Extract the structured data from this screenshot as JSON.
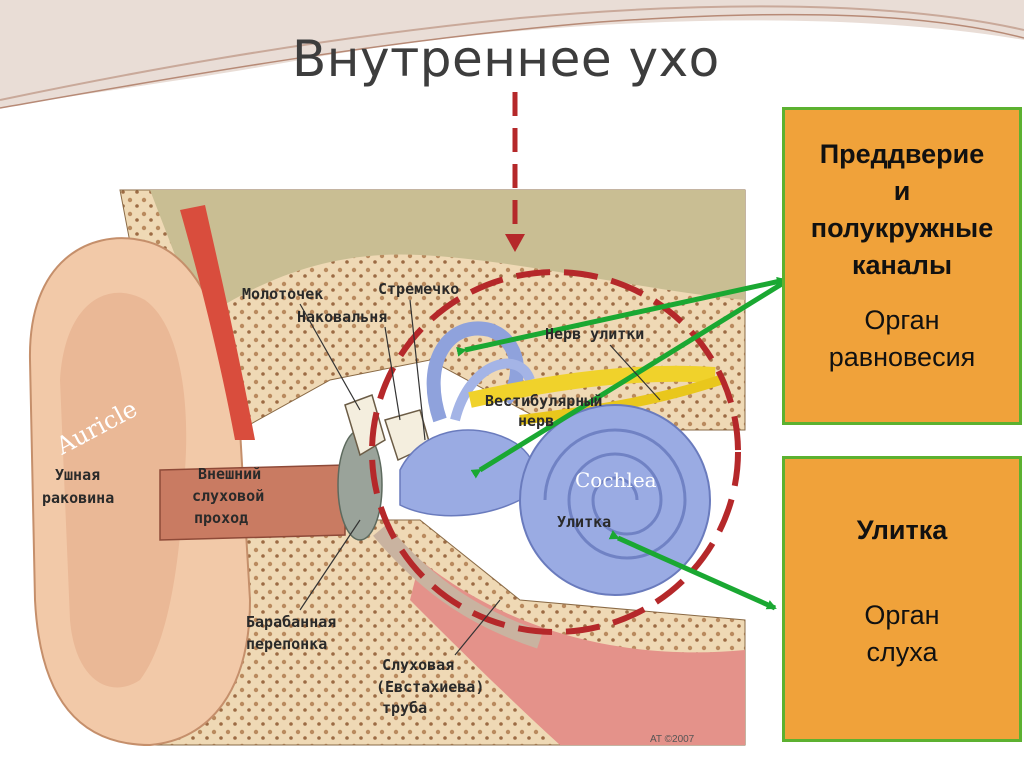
{
  "slide": {
    "title": "Внутреннее ухо"
  },
  "diagram": {
    "labels": {
      "auricle": "Auricle",
      "cochlea_en": "Cochlea",
      "malleus": "Молоточек",
      "stapes": "Стремечко",
      "incus": "Наковальня",
      "cochlear_nerve": "Нерв улитки",
      "vestibular_nerve_1": "Вестибулярный",
      "vestibular_nerve_2": "нерв",
      "auricle_ru_1": "Ушная",
      "auricle_ru_2": "раковина",
      "ear_canal_1": "Внешний",
      "ear_canal_2": "слуховой",
      "ear_canal_3": "проход",
      "cochlea_ru": "Улитка",
      "eardrum_1": "Барабанная",
      "eardrum_2": "перепонка",
      "tube_1": "Слуховая",
      "tube_2": "(Евстахиева)",
      "tube_3": "труба",
      "signature": "AT ©2007"
    },
    "colors": {
      "dashed_circle": "#b5282a",
      "arrows": "#1aa832",
      "box_fill": "#f0a23a",
      "box_border": "#5cb130"
    }
  },
  "boxes": {
    "vestibule": {
      "title_1": "Преддверие",
      "title_2": "и",
      "title_3": "полукружные",
      "title_4": "каналы",
      "note_1": "Орган",
      "note_2": "равновесия"
    },
    "cochlea": {
      "title": "Улитка",
      "note_1": "Орган",
      "note_2": "слуха"
    }
  }
}
